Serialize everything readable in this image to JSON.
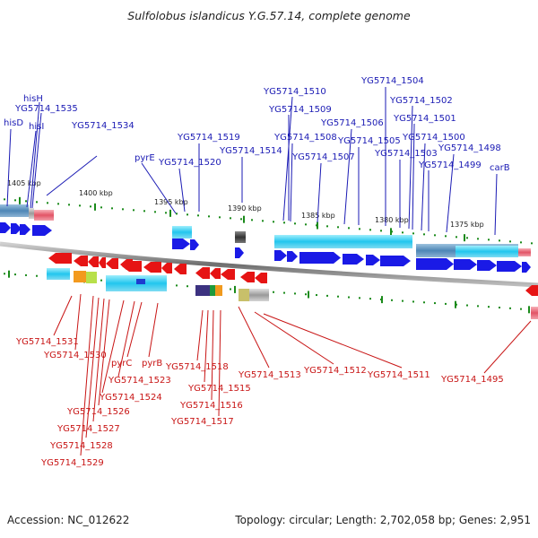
{
  "title": "Sulfolobus islandicus Y.G.57.14, complete genome",
  "footer": {
    "accession": "Accession: NC_012622",
    "topology": "Topology: circular; Length: 2,702,058 bp; Genes: 2,951"
  },
  "colors": {
    "forward_gene": "#1a1ae6",
    "reverse_gene": "#e61414",
    "top_label": "#1a1ab4",
    "bottom_label": "#c81414",
    "tick": "#1a8a1a",
    "backbone": "#8a8a8a"
  },
  "scale_labels": [
    "1405 kbp",
    "1400 kbp",
    "1395 kbp",
    "1390 kbp",
    "1385 kbp",
    "1380 kbp",
    "1375 kbp"
  ],
  "top_genes": [
    "hisD",
    "hisH",
    "YG5714_1535",
    "hisI",
    "YG5714_1534",
    "pyrE",
    "YG5714_1519",
    "YG5714_1520",
    "YG5714_1514",
    "YG5714_1510",
    "YG5714_1509",
    "YG5714_1508",
    "YG5714_1507",
    "YG5714_1506",
    "YG5714_1505",
    "YG5714_1504",
    "YG5714_1503",
    "YG5714_1502",
    "YG5714_1501",
    "YG5714_1500",
    "YG5714_1499",
    "YG5714_1498",
    "carB"
  ],
  "bottom_genes": [
    "YG5714_1531",
    "YG5714_1530",
    "pyrC",
    "pyrB",
    "YG5714_1523",
    "YG5714_1524",
    "YG5714_1526",
    "YG5714_1527",
    "YG5714_1528",
    "YG5714_1529",
    "YG5714_1518",
    "YG5714_1515",
    "YG5714_1516",
    "YG5714_1517",
    "YG5714_1513",
    "YG5714_1512",
    "YG5714_1511",
    "YG5714_1495"
  ]
}
